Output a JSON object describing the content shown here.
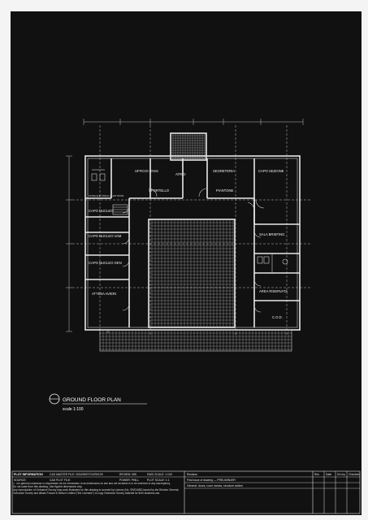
{
  "plan": {
    "title": "GROUND FLOOR PLAN",
    "scale": "scale 1:100"
  },
  "rooms": {
    "atrio": "ATRIO",
    "ufficio_pass": "UFFICIO PASS",
    "sportello": "SPORTELLO",
    "segreteria": "SEGRETERIA",
    "piantone": "PIANTONE",
    "capo_sezione": "CAPO SEZIONE",
    "capo_nucleo": "CAPO NUCLEO",
    "capo_nucleo_vam": "CAPO NUCLEO VAM",
    "capo_nucleo_gen": "CAPO NUCLEO GEN",
    "attesa_avieri": "ATTESA AVIERI",
    "sala_briefing": "SALA BRIEFING",
    "area_riservata": "AREA RISERVATA",
    "cod": "C.O.D.",
    "store": "STORE ELECTRICAL PLANT ROOM"
  },
  "titleblock": {
    "plot_info": "PLOT INFORMATION",
    "cad_master": "CAD MASTER FILE: 2004/SKETCH/SK109",
    "cad_plot": "CAD PLOT FILE:",
    "source": "SOURCE:",
    "review": "REVIEW: MSI",
    "power": "POWER: PHILL",
    "dwg_scale": "DWG SCALE: 1:100",
    "plot_scale": "PLOT SCALE: 1:1",
    "note1": "1. The general contractor is responsible for the verification of all dimensions on site and the architect is to be informed of any discrepancy.",
    "note2": "Do not scale from this drawing. Use figured dimensions only.",
    "note3": "Any reproduction of Ordnance Survey map work illustrated on this drawing is covered by Licence (No. SR/01682) issued by the Director General, Ordnance Survey and allows Foscoli & Nelson Limited (\"the Licensee\") to copy Ordnance Survey material for their business use.",
    "revision_header": "Revision",
    "rev1": "First issue of drawing — PRELIMINARY",
    "rev2": "General: doors, room names, structure added",
    "col_rev": "Rev",
    "col_date": "Date",
    "col_drawn": "Drn by",
    "col_chk": "Checked"
  }
}
